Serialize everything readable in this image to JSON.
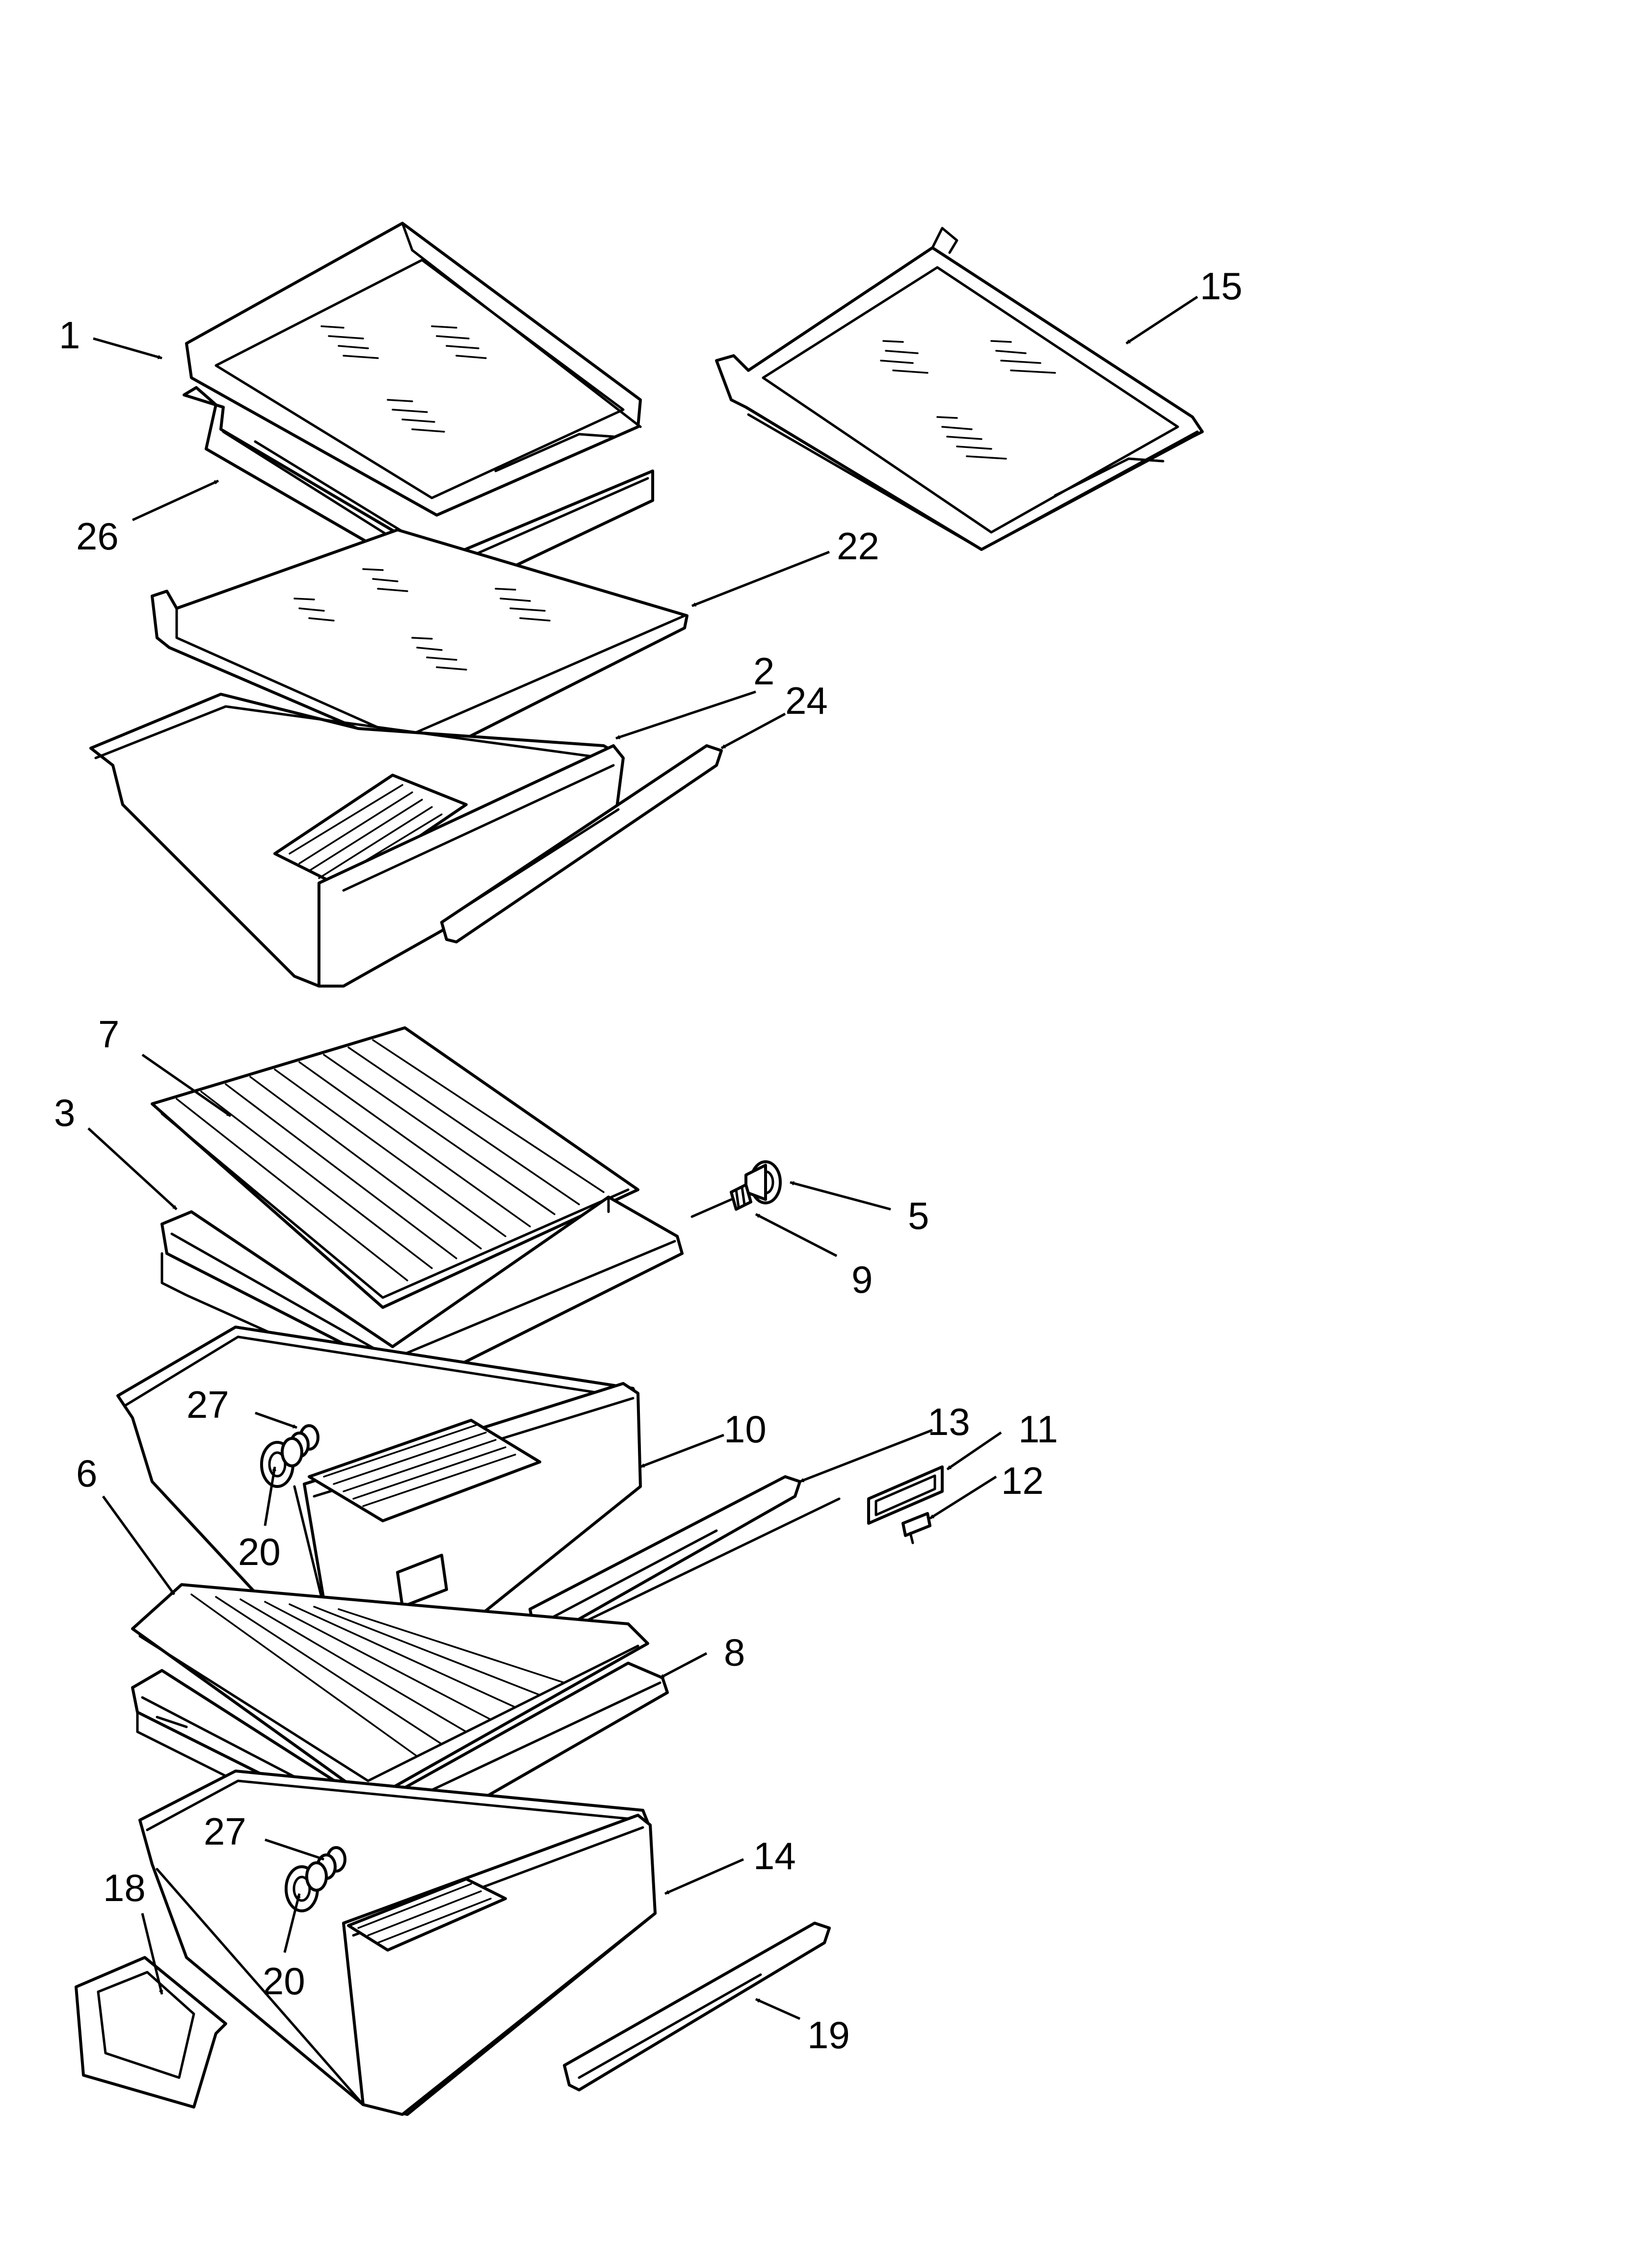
{
  "callouts": [
    {
      "label": "1"
    },
    {
      "label": "26"
    },
    {
      "label": "22"
    },
    {
      "label": "2"
    },
    {
      "label": "24"
    },
    {
      "label": "15"
    },
    {
      "label": "7"
    },
    {
      "label": "3"
    },
    {
      "label": "5"
    },
    {
      "label": "9"
    },
    {
      "label": "27"
    },
    {
      "label": "20"
    },
    {
      "label": "10"
    },
    {
      "label": "13"
    },
    {
      "label": "11"
    },
    {
      "label": "12"
    },
    {
      "label": "6"
    },
    {
      "label": "8"
    },
    {
      "label": "27"
    },
    {
      "label": "20"
    },
    {
      "label": "14"
    },
    {
      "label": "18"
    },
    {
      "label": "19"
    }
  ]
}
